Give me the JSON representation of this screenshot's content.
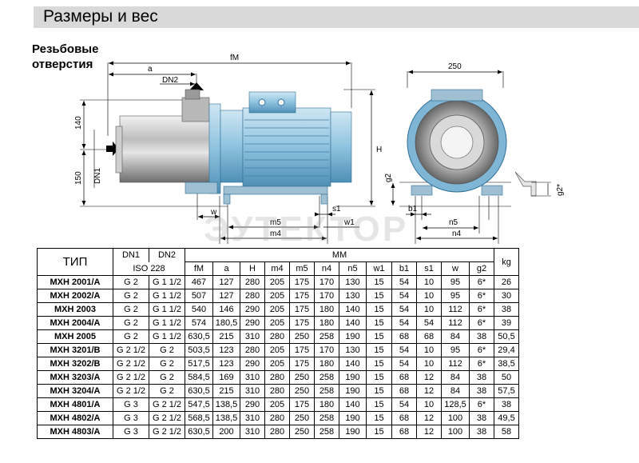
{
  "header": {
    "title": "Размеры и вес"
  },
  "section": {
    "line1": "Резьбовые",
    "line2": "отверстия"
  },
  "watermark": "ЭУТЕКТОР",
  "dimensions": {
    "fM": "fM",
    "a": "a",
    "DN2": "DN2",
    "DN1": "DN1",
    "d140": "140",
    "d150": "150",
    "H": "H",
    "w": "w",
    "s1": "s1",
    "m5": "m5",
    "m4": "m4",
    "w1": "w1",
    "d250": "250",
    "b1": "b1",
    "n5": "n5",
    "n4": "n4",
    "g2": "g2",
    "g2s": "g2*"
  },
  "table": {
    "type_header": "ТИП",
    "dn1_header": "DN1",
    "dn2_header": "DN2",
    "iso_header": "ISO 228",
    "mm_header": "MM",
    "kg_header": "kg",
    "columns": [
      "fM",
      "a",
      "H",
      "m4",
      "m5",
      "n4",
      "n5",
      "w1",
      "b1",
      "s1",
      "w",
      "g2"
    ],
    "rows": [
      [
        "MXH 2001/A",
        "G 2",
        "G 1 1/2",
        "467",
        "127",
        "280",
        "205",
        "175",
        "170",
        "130",
        "15",
        "54",
        "10",
        "95",
        "6*",
        "26"
      ],
      [
        "MXH 2002/A",
        "G 2",
        "G 1 1/2",
        "507",
        "127",
        "280",
        "205",
        "175",
        "170",
        "130",
        "15",
        "54",
        "10",
        "95",
        "6*",
        "30"
      ],
      [
        "MXH 2003",
        "G 2",
        "G 1 1/2",
        "540",
        "146",
        "290",
        "205",
        "175",
        "180",
        "140",
        "15",
        "54",
        "10",
        "112",
        "6*",
        "38"
      ],
      [
        "MXH 2004/A",
        "G 2",
        "G 1 1/2",
        "574",
        "180,5",
        "290",
        "205",
        "175",
        "180",
        "140",
        "15",
        "54",
        "54",
        "112",
        "6*",
        "39"
      ],
      [
        "MXH 2005",
        "G 2",
        "G 1 1/2",
        "630,5",
        "215",
        "310",
        "280",
        "250",
        "258",
        "190",
        "15",
        "68",
        "68",
        "84",
        "38",
        "50,5"
      ],
      [
        "MXH 3201/B",
        "G 2 1/2",
        "G 2",
        "503,5",
        "123",
        "280",
        "205",
        "175",
        "170",
        "130",
        "15",
        "54",
        "10",
        "95",
        "6*",
        "29,4"
      ],
      [
        "MXH 3202/B",
        "G 2 1/2",
        "G 2",
        "517,5",
        "123",
        "290",
        "205",
        "175",
        "180",
        "140",
        "15",
        "54",
        "10",
        "112",
        "6*",
        "38,5"
      ],
      [
        "MXH 3203/A",
        "G 2 1/2",
        "G 2",
        "584,5",
        "169",
        "310",
        "280",
        "250",
        "258",
        "190",
        "15",
        "68",
        "12",
        "84",
        "38",
        "50"
      ],
      [
        "MXH 3204/A",
        "G 2 1/2",
        "G 2",
        "630,5",
        "215",
        "310",
        "280",
        "250",
        "258",
        "190",
        "15",
        "68",
        "12",
        "84",
        "38",
        "57,5"
      ],
      [
        "MXH 4801/A",
        "G 3",
        "G 2 1/2",
        "547,5",
        "138,5",
        "290",
        "205",
        "175",
        "180",
        "140",
        "15",
        "54",
        "10",
        "128,5",
        "6*",
        "38"
      ],
      [
        "MXH 4802/A",
        "G 3",
        "G 2 1/2",
        "568,5",
        "138,5",
        "310",
        "280",
        "250",
        "258",
        "190",
        "15",
        "68",
        "12",
        "100",
        "38",
        "49,5"
      ],
      [
        "MXH 4803/A",
        "G 3",
        "G 2 1/2",
        "630,5",
        "200",
        "310",
        "280",
        "250",
        "258",
        "190",
        "15",
        "68",
        "12",
        "100",
        "38",
        "58"
      ]
    ]
  }
}
